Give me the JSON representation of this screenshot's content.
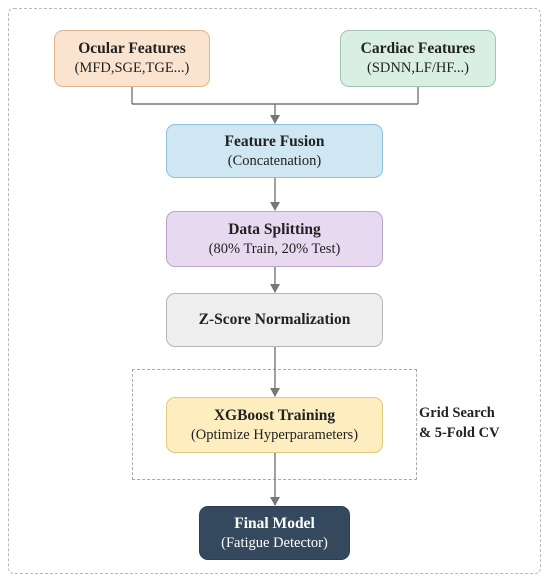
{
  "nodes": {
    "ocular": {
      "title": "Ocular Features",
      "subtitle": "(MFD,SGE,TGE...)"
    },
    "cardiac": {
      "title": "Cardiac Features",
      "subtitle": "(SDNN,LF/HF...)"
    },
    "fusion": {
      "title": "Feature Fusion",
      "subtitle": "(Concatenation)"
    },
    "split": {
      "title": "Data Splitting",
      "subtitle": "(80% Train, 20% Test)"
    },
    "zscore": {
      "title": "Z-Score Normalization"
    },
    "xgboost": {
      "title": "XGBoost Training",
      "subtitle": "(Optimize Hyperparameters)"
    },
    "final": {
      "title": "Final Model",
      "subtitle": "(Fatigue Detector)"
    }
  },
  "side_label": {
    "line1": "Grid Search",
    "line2": "& 5-Fold CV"
  },
  "colors": {
    "ocular_fill": "#fbe4cf",
    "cardiac_fill": "#d9efe3",
    "fusion_fill": "#cfe6f3",
    "split_fill": "#e7d9ef",
    "zscore_fill": "#eeeeee",
    "xgboost_fill": "#fdedbf",
    "final_fill": "#34495e",
    "arrow": "#777777"
  }
}
